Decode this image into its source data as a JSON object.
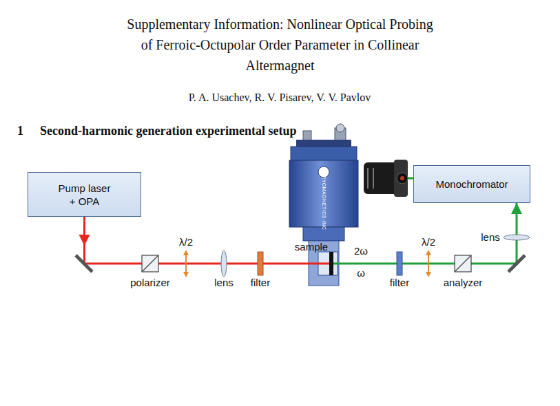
{
  "diagram": {
    "title": "Supplementary Information: Nonlinear Optical Probing of Ferroic-Octupolar Order Parameter in Collinear Altermagnet",
    "nodes": [
      {
        "text": [
          "Pump laser + OPA"
        ]
      },
      {
        "text": [
          "Monochromator"
        ]
      }
    ],
    "edges": [
      {
        "from": 0,
        "to": 1,
        "arrow": "to"
      }
    ],
    "labels": [
      "P. A. Usachev, R. V. Pisarev, V. V. Pavlov",
      "1",
      "Second-harmonic generation experimental setup",
      "CRYOMAGNETICS-INC",
      "polarizer",
      "λ/2",
      "lens",
      "filter",
      "sample",
      "2ω",
      "ω",
      "filter",
      "λ/2",
      "analyzer",
      "lens"
    ]
  }
}
